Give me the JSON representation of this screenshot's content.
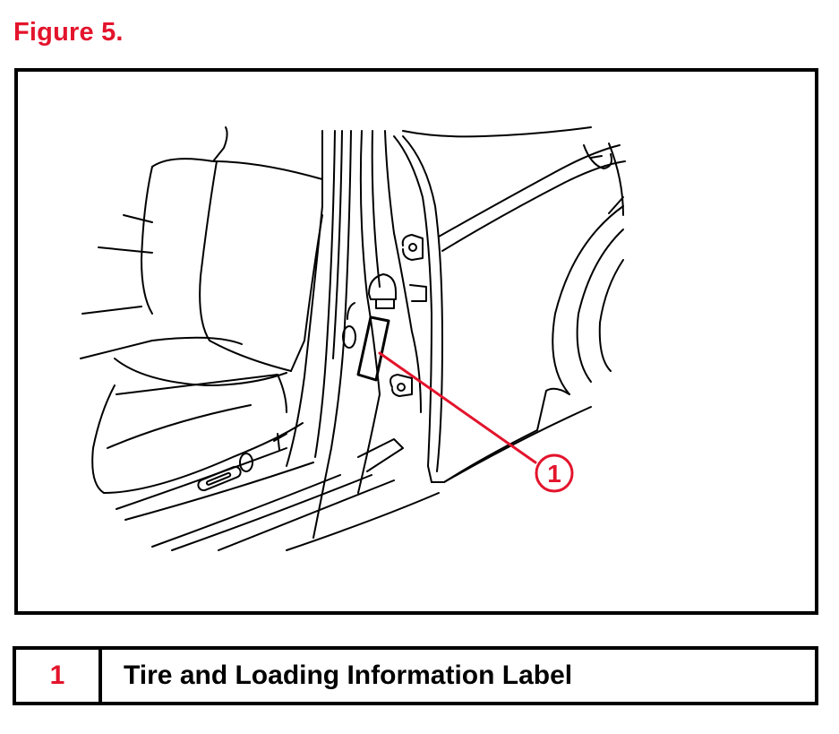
{
  "figure": {
    "title": "Figure 5."
  },
  "callout": {
    "number": "1"
  },
  "legend": {
    "items": [
      {
        "number": "1",
        "label": "Tire and Loading Information Label"
      }
    ]
  },
  "colors": {
    "accent": "#e3142c",
    "line": "#000000"
  }
}
